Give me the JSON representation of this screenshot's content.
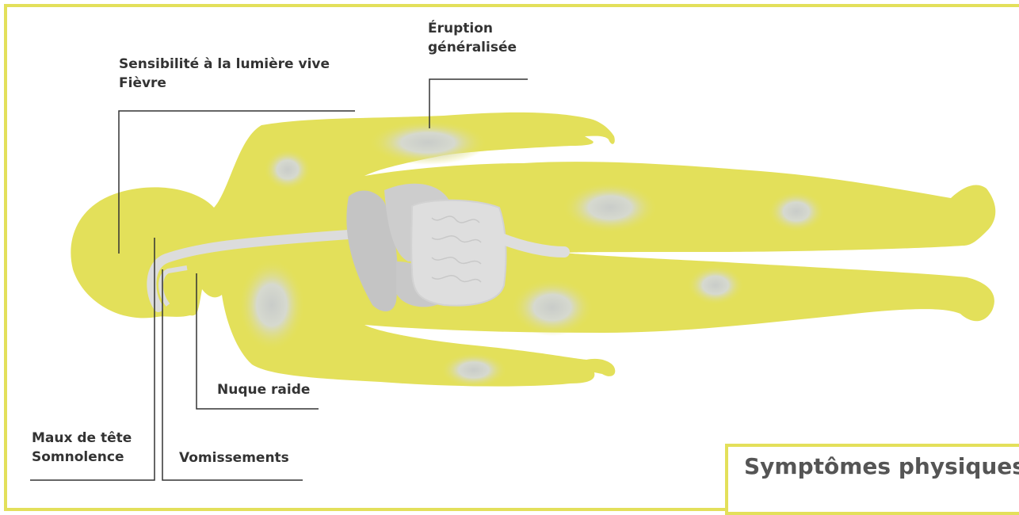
{
  "labels": {
    "eruption": "Éruption\ngénéralisée",
    "light_fever": "Sensibilité à la lumière vive\nFièvre",
    "stiff_neck": "Nuque raide",
    "headache": "Maux de tête\nSomnolence",
    "vomiting": "Vomissements"
  },
  "title": "Symptômes physiques",
  "colors": {
    "body": "#e3e05a",
    "frame": "#e3e05a",
    "organs": "#c8c8c8",
    "intestine": "#dcdcdc",
    "rash": "#c8cec8",
    "line": "#333333"
  }
}
